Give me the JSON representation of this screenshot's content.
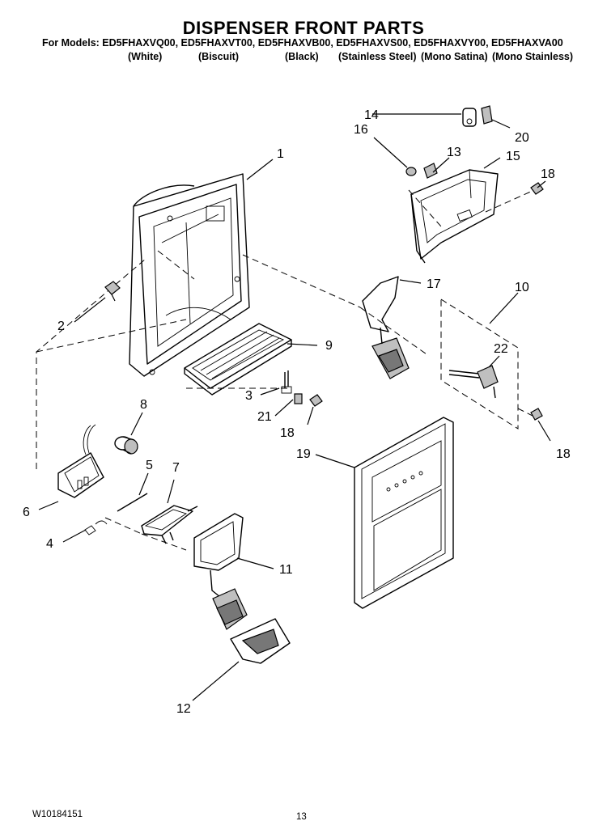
{
  "header": {
    "title": "DISPENSER FRONT PARTS",
    "models_line": "For Models: ED5FHAXVQ00, ED5FHAXVT00, ED5FHAXVB00, ED5FHAXVS00, ED5FHAXVY00, ED5FHAXVA00",
    "variants": [
      "(White)",
      "(Biscuit)",
      "(Black)",
      "(Stainless Steel)",
      "(Mono Satina)",
      "(Mono Stainless)"
    ]
  },
  "callouts": [
    "1",
    "2",
    "3",
    "4",
    "5",
    "6",
    "7",
    "8",
    "9",
    "10",
    "11",
    "12",
    "13",
    "14",
    "15",
    "16",
    "17",
    "18",
    "18",
    "18",
    "19",
    "20",
    "21",
    "22"
  ],
  "footer": {
    "doc_number": "W10184151",
    "page_number": "13"
  }
}
